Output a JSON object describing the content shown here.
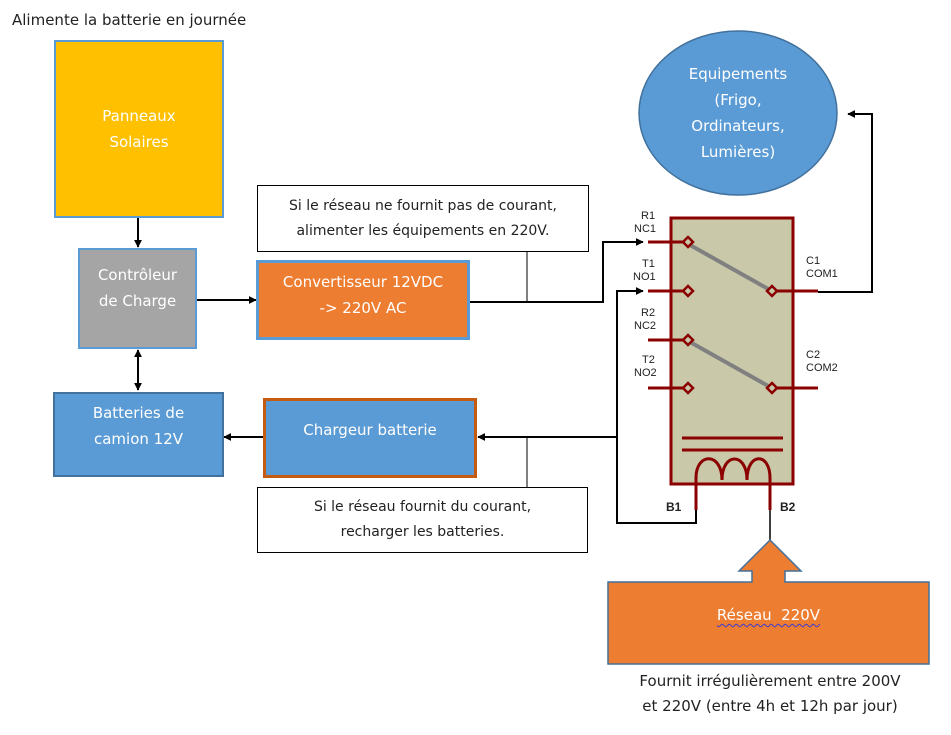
{
  "caption_top": "Alimente la batterie en journée",
  "blocks": {
    "solar_panels": {
      "label_line1": "Panneaux",
      "label_line2": "Solaires",
      "fill": "#FFC000",
      "border": "#5B9BD5"
    },
    "charge_controller": {
      "label_line1": "Contrôleur",
      "label_line2": "de Charge",
      "fill": "#A5A5A5",
      "border": "#5B9BD5"
    },
    "converter": {
      "label_line1": "Convertisseur 12VDC",
      "label_line2": "-> 220V AC",
      "fill": "#ED7D31",
      "border": "#5B9BD5"
    },
    "batteries": {
      "label_line1": "Batteries de",
      "label_line2": "camion 12V",
      "fill": "#5B9BD5",
      "border": "#41719C"
    },
    "battery_charger": {
      "label": "Chargeur batterie",
      "fill": "#5B9BD5",
      "border": "#C55A11"
    },
    "equipment": {
      "label_line1": "Equipements",
      "label_line2": "(Frigo,",
      "label_line3": "Ordinateurs,",
      "label_line4": "Lumières)",
      "fill": "#5B9BD5",
      "border": "#41719C"
    },
    "grid": {
      "label": "Réseau  220V",
      "fill": "#ED7D31",
      "border": "#41719C"
    }
  },
  "notes": {
    "converter_note": {
      "line1": "Si le réseau ne fournit pas de courant,",
      "line2": "alimenter les équipements en 220V."
    },
    "charger_note": {
      "line1": "Si le réseau fournit du courant,",
      "line2": "recharger les batteries."
    },
    "grid_note": {
      "line1": "Fournit irrégulièrement entre 200V",
      "line2": "et 220V (entre 4h et 12h par jour)"
    }
  },
  "relay": {
    "body_fill": "#C9C8A9",
    "line_color": "#8B0000",
    "switch_color": "#808080",
    "pins": {
      "r1": "R1",
      "nc1": "NC1",
      "t1": "T1",
      "no1": "NO1",
      "r2": "R2",
      "nc2": "NC2",
      "t2": "T2",
      "no2": "NO2",
      "c1": "C1",
      "com1": "COM1",
      "c2": "C2",
      "com2": "COM2",
      "b1": "B1",
      "b2": "B2"
    }
  }
}
